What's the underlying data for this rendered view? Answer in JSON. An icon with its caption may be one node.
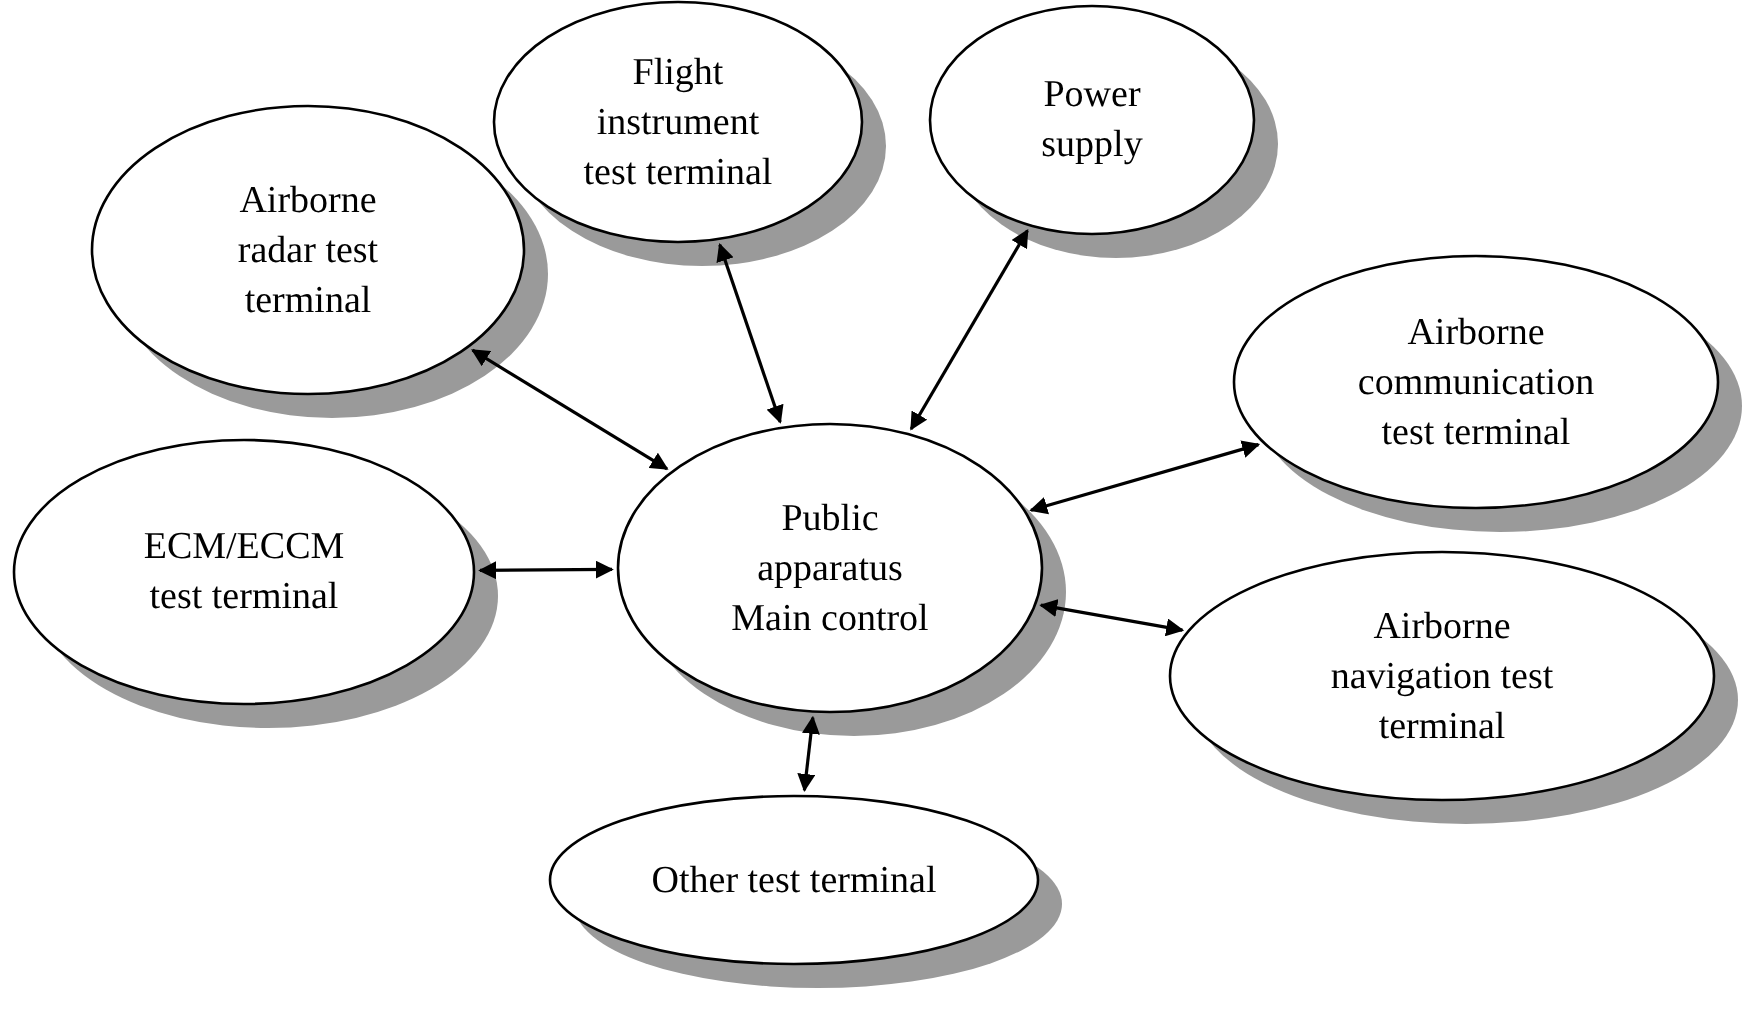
{
  "diagram": {
    "nodes": [
      {
        "text": [
          "Flight instrument test terminal"
        ]
      },
      {
        "text": [
          "Power supply"
        ]
      },
      {
        "text": [
          "Airborne radar test terminal"
        ]
      },
      {
        "text": [
          "Airborne communication test terminal"
        ]
      },
      {
        "text": [
          "Public apparatus Main control"
        ]
      },
      {
        "text": [
          "ECM/ECCM test terminal"
        ]
      },
      {
        "text": [
          "Airborne navigation test terminal"
        ]
      },
      {
        "text": [
          "Other test terminal"
        ]
      }
    ],
    "edges": [
      {
        "from": 4,
        "to": 0,
        "arrow": "both"
      },
      {
        "from": 4,
        "to": 1,
        "arrow": "both"
      },
      {
        "from": 4,
        "to": 2,
        "arrow": "both"
      },
      {
        "from": 4,
        "to": 3,
        "arrow": "both"
      },
      {
        "from": 4,
        "to": 5,
        "arrow": "both"
      },
      {
        "from": 4,
        "to": 6,
        "arrow": "both"
      },
      {
        "from": 4,
        "to": 7,
        "arrow": "both"
      }
    ]
  }
}
